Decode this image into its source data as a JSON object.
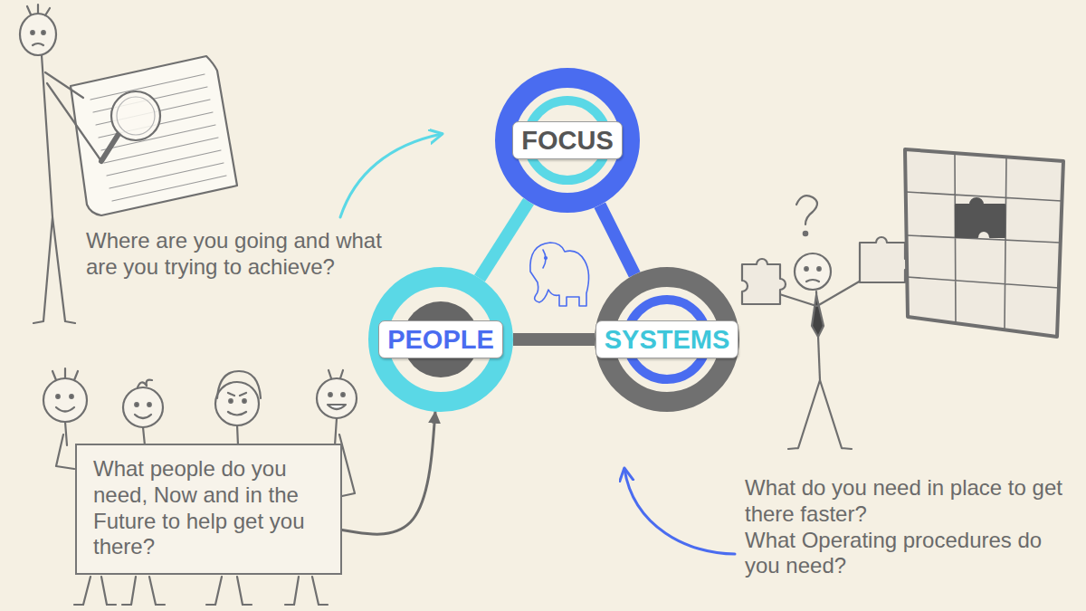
{
  "diagram": {
    "nodes": [
      {
        "text": [
          "FOCUS"
        ]
      },
      {
        "text": [
          "PEOPLE"
        ]
      },
      {
        "text": [
          "SYSTEMS"
        ]
      },
      {
        "text": [
          "What people do you need, Now and in the Future to help get you there?"
        ]
      }
    ],
    "edges": [
      {
        "from": 0,
        "to": 1,
        "arrow": "none"
      },
      {
        "from": 0,
        "to": 2,
        "arrow": "none"
      },
      {
        "from": 1,
        "to": 2,
        "arrow": "none"
      },
      {
        "from": 3,
        "to": 1,
        "arrow": "to"
      }
    ],
    "labels": [
      "Where are you going and what are you trying to achieve?",
      "What do you need in place to get there faster?",
      "What Operating procedures do you need?"
    ]
  }
}
